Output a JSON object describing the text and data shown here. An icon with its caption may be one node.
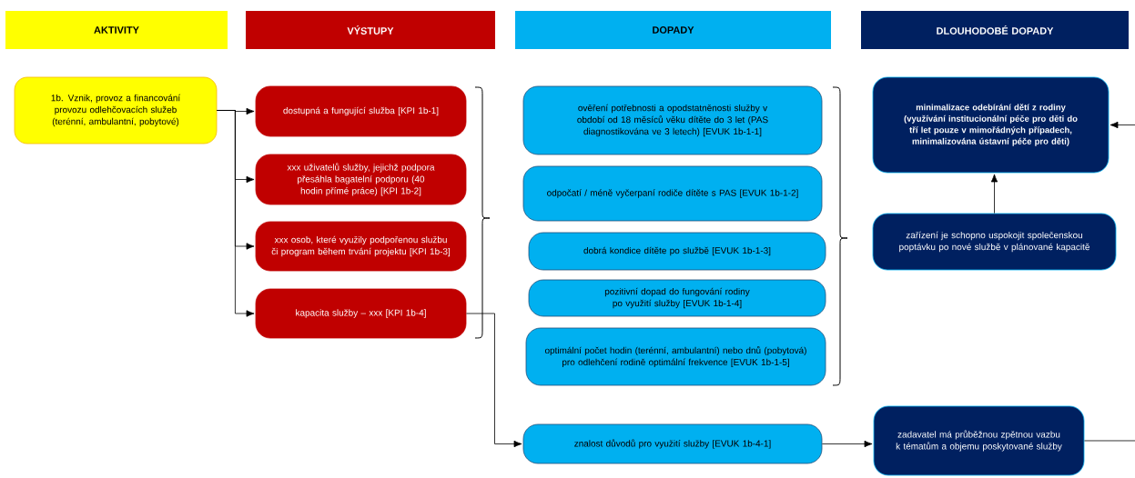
{
  "diagram": {
    "nodes": [
      {
        "text": [
          "AKTIVITY"
        ]
      },
      {
        "text": [
          "VÝSTUPY"
        ]
      },
      {
        "text": [
          "DOPADY"
        ]
      },
      {
        "text": [
          "DLOUHODOBÉ DOPADY"
        ]
      },
      {
        "text": [
          "1b. Vznik, provoz a financování provozu odlehčovacích služeb (terénní, ambulantní, pobytové)"
        ]
      },
      {
        "text": [
          "dostupná a fungující služba [KPI 1b-1]"
        ]
      },
      {
        "text": [
          "xxx uživatelů služby, jejichž podpora přesáhla bagatelní podporu (40 hodin přímé práce) [KPI 1b-2]"
        ]
      },
      {
        "text": [
          "xxx osob, které využily podpořenou službu či program během trvání projektu [KPI 1b-3]"
        ]
      },
      {
        "text": [
          "kapacita služby – xxx [KPI 1b-4]"
        ]
      },
      {
        "text": [
          "ověření potřebnosti a opodstatněnosti služby v období od 18 měsíců věku dítěte do 3 let (PAS diagnostikována ve 3 letech) [EVUK 1b-1-1]"
        ]
      },
      {
        "text": [
          "odpočatí / méně vyčerpaní rodiče dítěte s PAS [EVUK 1b-1-2]"
        ]
      },
      {
        "text": [
          "dobrá kondice dítěte po službě [EVUK 1b-1-3]"
        ]
      },
      {
        "text": [
          "pozitivní dopad do fungování rodiny po využití služby [EVUK 1b-1-4]"
        ]
      },
      {
        "text": [
          "optimální počet hodin (terénní, ambulantní) nebo dnů (pobytová) pro odlehčení rodině optimální frekvence [EVUK 1b-1-5]"
        ]
      },
      {
        "text": [
          "znalost důvodů pro využití služby [EVUK 1b-4-1]"
        ]
      },
      {
        "text": [
          "minimalizace odebírání dětí z rodiny (využívání institucionální péče pro děti do tří let pouze v mimořádných případech, minimalizována ústavní péče pro děti)"
        ]
      },
      {
        "text": [
          "zařízení je schopno uspokojit společenskou poptávku po nové službě v plánované kapacitě"
        ]
      },
      {
        "text": [
          "zadavatel má průběžnou zpětnou vazbu k tématům a objemu poskytované služby"
        ]
      }
    ],
    "edges": [
      {
        "from": 4,
        "to": 5,
        "arrow": "to"
      },
      {
        "from": 4,
        "to": 6,
        "arrow": "to"
      },
      {
        "from": 4,
        "to": 7,
        "arrow": "to"
      },
      {
        "from": 4,
        "to": 8,
        "arrow": "to"
      },
      {
        "from": 8,
        "to": 14,
        "arrow": "to"
      },
      {
        "from": 14,
        "to": 17,
        "arrow": "to"
      },
      {
        "from": 16,
        "to": 15,
        "arrow": "to"
      },
      {
        "from": 17,
        "to": null,
        "arrow": "none"
      },
      {
        "from": null,
        "to": 15,
        "arrow": "to"
      }
    ]
  }
}
